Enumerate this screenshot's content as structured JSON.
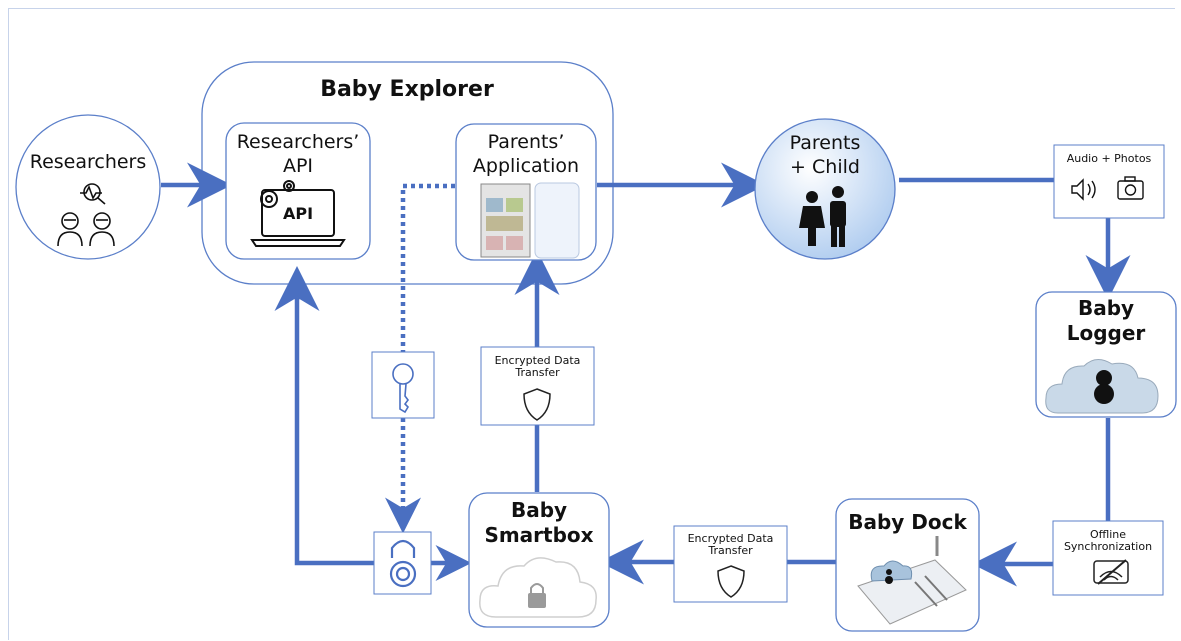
{
  "nodes": {
    "researchers": {
      "label": "Researchers"
    },
    "baby_explorer": {
      "label": "Baby Explorer"
    },
    "researchers_api": {
      "label_line1": "Researchers’",
      "label_line2": "API",
      "icon_text": "API"
    },
    "parents_app": {
      "label_line1": "Parents’",
      "label_line2": "Application"
    },
    "parents_child": {
      "label_line1": "Parents",
      "label_line2": "+ Child"
    },
    "audio_photos": {
      "label": "Audio + Photos"
    },
    "baby_logger": {
      "label_line1": "Baby",
      "label_line2": "Logger"
    },
    "offline_sync": {
      "label_line1": "Offline",
      "label_line2": "Synchronization"
    },
    "baby_dock": {
      "label": "Baby Dock"
    },
    "encrypted_bottom": {
      "label_line1": "Encrypted Data",
      "label_line2": "Transfer"
    },
    "baby_smartbox": {
      "label_line1": "Baby",
      "label_line2": "Smartbox"
    },
    "encrypted_vertical": {
      "label_line1": "Encrypted Data",
      "label_line2": "Transfer"
    }
  },
  "colors": {
    "arrow": "#4a6fc1",
    "box_border": "#5b7fc9",
    "accent_fill": "#aecdf0"
  }
}
